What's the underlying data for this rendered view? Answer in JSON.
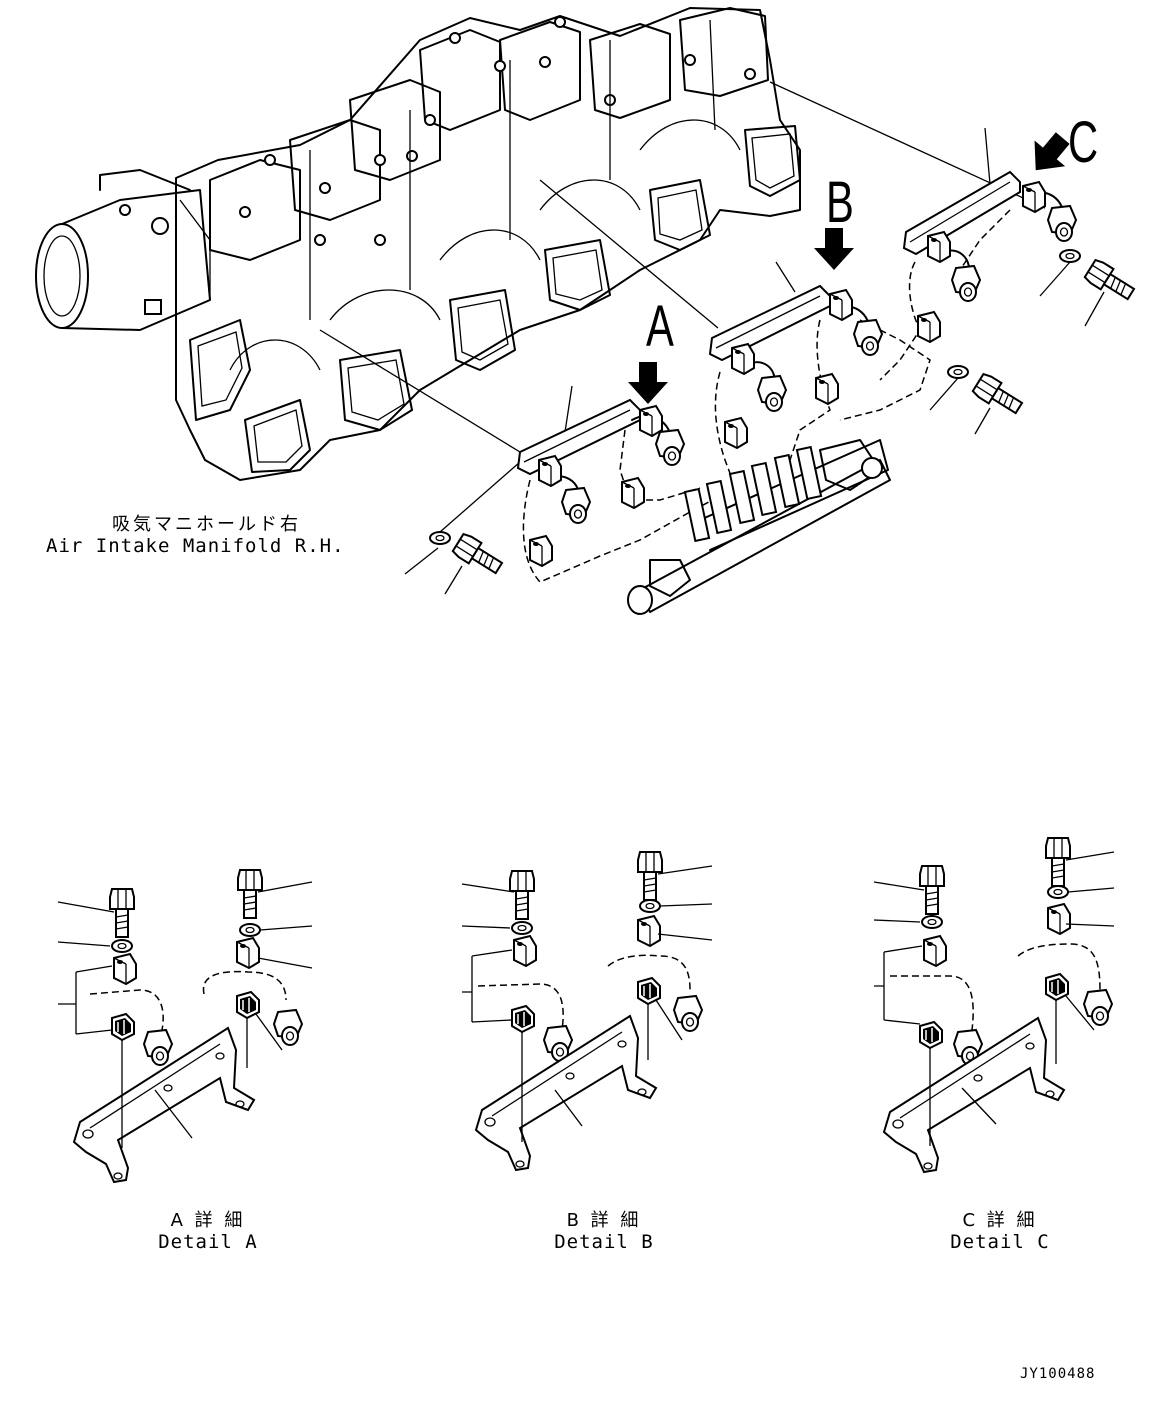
{
  "callouts": {
    "a": "A",
    "b": "B",
    "c": "C"
  },
  "manifold_label": {
    "jp": "吸気マニホールド右",
    "en": "Air Intake Manifold R.H."
  },
  "details": [
    {
      "jp": "A 詳 細",
      "en": "Detail A"
    },
    {
      "jp": "B 詳 細",
      "en": "Detail B"
    },
    {
      "jp": "C 詳 細",
      "en": "Detail C"
    }
  ],
  "drawing_code": "JY100488",
  "icons": [
    "arrow-down-icon",
    "bolt-icon",
    "washer-icon",
    "clamp-icon",
    "bracket-icon"
  ]
}
